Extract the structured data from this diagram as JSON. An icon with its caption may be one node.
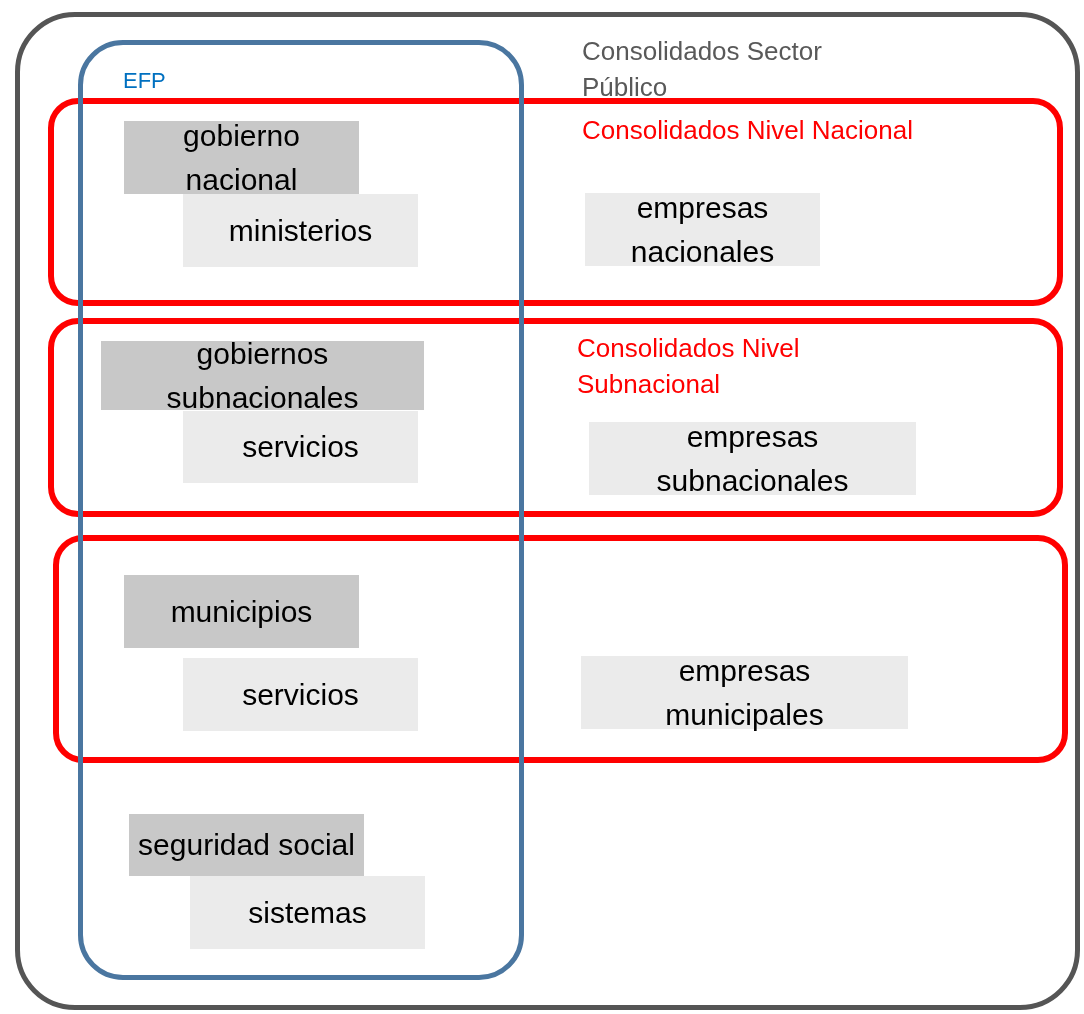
{
  "diagram": {
    "nodes": [
      {
        "text": [
          "Consolidados Sector Público"
        ]
      },
      {
        "text": [
          "EFP"
        ],
        "in": 0
      },
      {
        "text": [
          "Consolidados Nivel Nacional"
        ],
        "in": 0
      },
      {
        "text": [
          "gobierno nacional"
        ]
      },
      {
        "text": [
          "ministerios"
        ]
      },
      {
        "text": [
          "empresas nacionales"
        ],
        "in": 2
      },
      {
        "text": [
          "Consolidados Nivel Subnacional"
        ],
        "in": 0
      },
      {
        "text": [
          "gobiernos subnacionales"
        ]
      },
      {
        "text": [
          "servicios"
        ]
      },
      {
        "text": [
          "empresas subnacionales"
        ],
        "in": 6
      },
      {
        "text": [],
        "shape": "box",
        "in": 0
      },
      {
        "text": [
          "municipios"
        ]
      },
      {
        "text": [
          "servicios"
        ]
      },
      {
        "text": [
          "empresas municipales"
        ],
        "in": 10
      },
      {
        "text": [
          "seguridad social"
        ],
        "in": 1
      },
      {
        "text": [
          "sistemas"
        ],
        "in": 1
      }
    ],
    "edges": []
  }
}
